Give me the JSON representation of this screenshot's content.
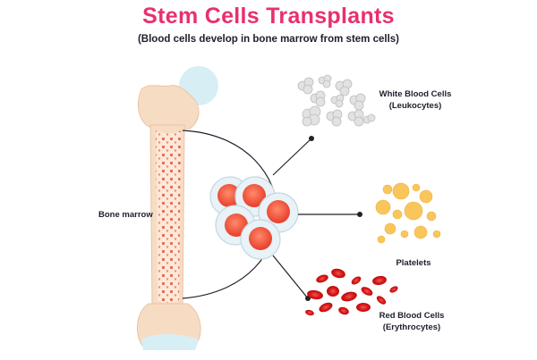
{
  "title": "Stem Cells Transplants",
  "subtitle": "(Blood cells develop in bone marrow from stem cells)",
  "labels": {
    "bone_marrow": "Bone marrow",
    "wbc_line1": "White Blood Cells",
    "wbc_line2": "(Leukocytes)",
    "platelets": "Platelets",
    "rbc_line1": "Red Blood Cells",
    "rbc_line2": "(Erythrocytes)"
  },
  "colors": {
    "title": "#e8306f",
    "bone": "#f7dcc4",
    "bone_outline": "#e9c3a3",
    "joint": "#d7eef5",
    "marrow_spot": "#e8654f",
    "stem_cell_outer": "#e8f2f7",
    "stem_cell_nucleus": "#ee4b35",
    "wbc": "#d8d8d8",
    "platelet": "#f9c65c",
    "rbc": "#e02020",
    "line": "#222222"
  }
}
